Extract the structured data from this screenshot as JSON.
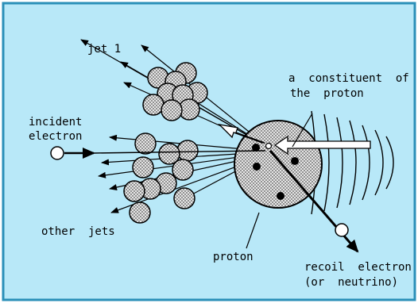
{
  "labels": {
    "jet_1": "jet 1",
    "constituent_line1": "a  constituent  of",
    "constituent_line2": "the  proton",
    "incident_line1": "incident",
    "incident_line2": "electron",
    "other_jets": "other  jets",
    "proton": "proton",
    "recoil_line1": "recoil  electron",
    "recoil_line2": "(or  neutrino)"
  },
  "colors": {
    "background": "#b8e8f8",
    "border": "#2a8fb8",
    "particle_fill": "#c8c8c8",
    "ink": "#000000"
  }
}
